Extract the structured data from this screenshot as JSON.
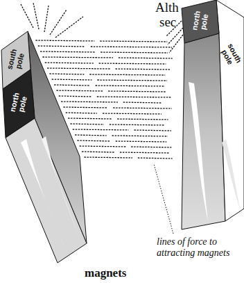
{
  "diagram": {
    "nodes": [
      {
        "text": [
          "south pole"
        ]
      },
      {
        "text": [
          "north pole"
        ]
      },
      {
        "text": [
          "north pole"
        ]
      },
      {
        "text": [
          "south pole"
        ]
      }
    ],
    "labels": [
      "Alth",
      "sec",
      "lines of force to attracting magnets",
      "magnets"
    ]
  }
}
